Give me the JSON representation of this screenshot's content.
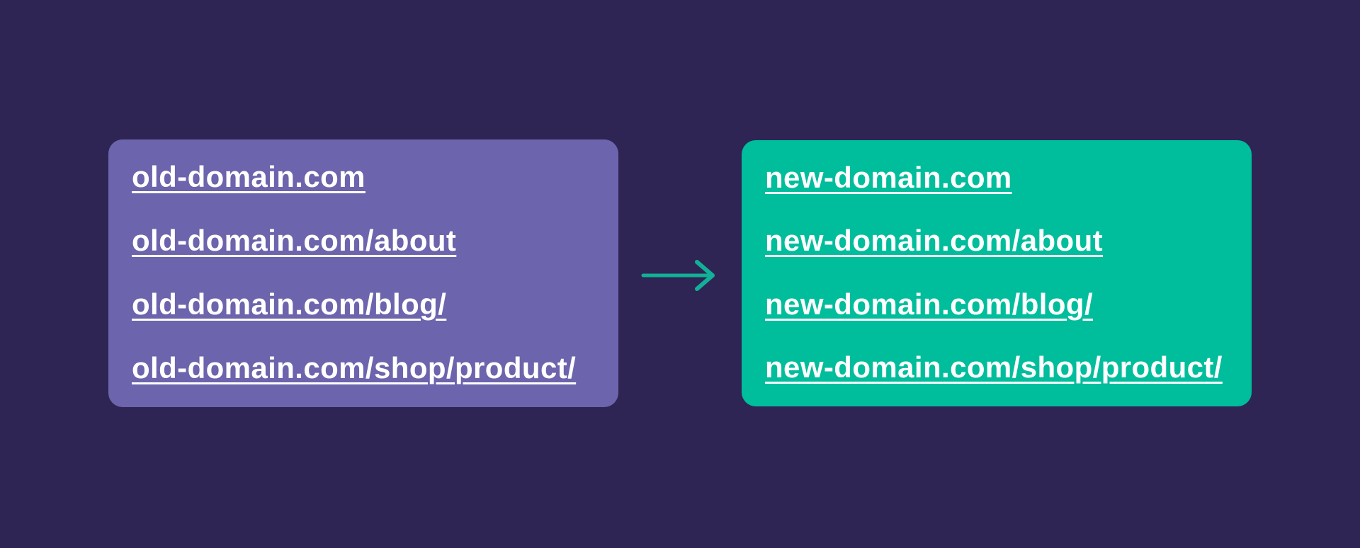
{
  "diagram": {
    "left_card": {
      "links": [
        "old-domain.com",
        "old-domain.com/about",
        "old-domain.com/blog/",
        "old-domain.com/shop/product/"
      ]
    },
    "arrow": {
      "icon": "arrow-right"
    },
    "right_card": {
      "links": [
        "new-domain.com",
        "new-domain.com/about",
        "new-domain.com/blog/",
        "new-domain.com/shop/product/"
      ]
    }
  },
  "colors": {
    "background": "#2E2554",
    "old_card": "#6C64AC",
    "new_card": "#00BD9C",
    "arrow": "#12B096",
    "link_text": "#FFFFFF"
  }
}
